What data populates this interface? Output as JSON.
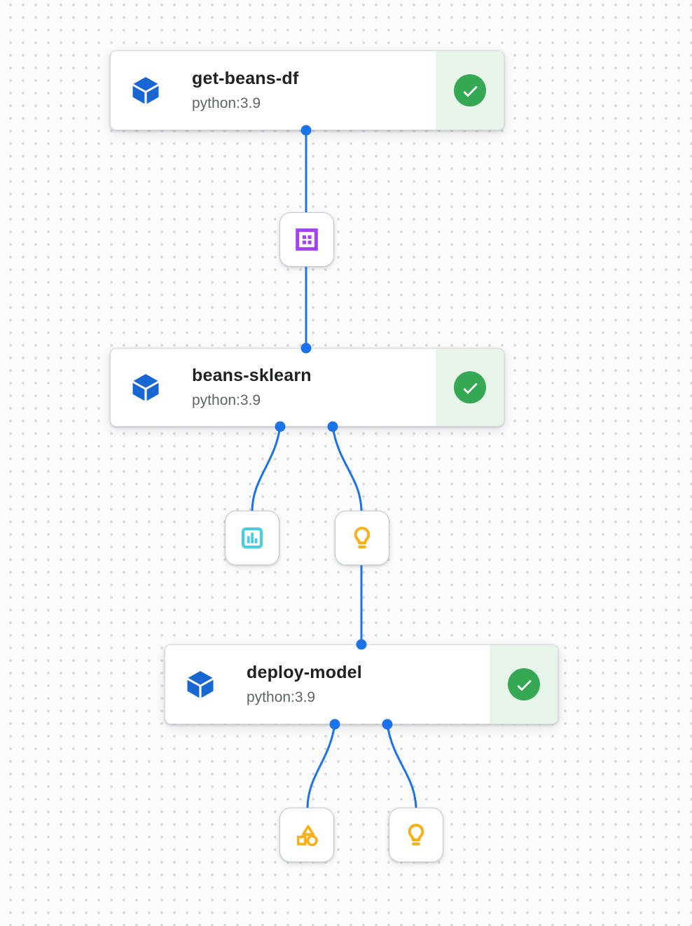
{
  "diagram": {
    "type": "pipeline-dag",
    "nodes": [
      {
        "id": "get-beans-df",
        "title": "get-beans-df",
        "subtitle": "python:3.9",
        "status": "succeeded",
        "icon": "component-cube-icon",
        "status_icon": "check-circle-icon"
      },
      {
        "id": "beans-sklearn",
        "title": "beans-sklearn",
        "subtitle": "python:3.9",
        "status": "succeeded",
        "icon": "component-cube-icon",
        "status_icon": "check-circle-icon"
      },
      {
        "id": "deploy-model",
        "title": "deploy-model",
        "subtitle": "python:3.9",
        "status": "succeeded",
        "icon": "component-cube-icon",
        "status_icon": "check-circle-icon"
      }
    ],
    "artifacts": [
      {
        "id": "dataset-artifact",
        "type": "dataset",
        "icon": "dataset-icon"
      },
      {
        "id": "metrics-artifact",
        "type": "metrics",
        "icon": "metrics-icon"
      },
      {
        "id": "model-artifact-1",
        "type": "model",
        "icon": "model-lightbulb-icon"
      },
      {
        "id": "system-artifact",
        "type": "system",
        "icon": "system-shapes-icon"
      },
      {
        "id": "model-artifact-2",
        "type": "model",
        "icon": "model-lightbulb-icon"
      }
    ],
    "edges": [
      {
        "from": "get-beans-df",
        "to": "dataset-artifact"
      },
      {
        "from": "dataset-artifact",
        "to": "beans-sklearn"
      },
      {
        "from": "beans-sklearn",
        "to": "metrics-artifact"
      },
      {
        "from": "beans-sklearn",
        "to": "model-artifact-1"
      },
      {
        "from": "model-artifact-1",
        "to": "deploy-model"
      },
      {
        "from": "deploy-model",
        "to": "system-artifact"
      },
      {
        "from": "deploy-model",
        "to": "model-artifact-2"
      }
    ]
  },
  "colors": {
    "edge_blue": "#1a73e8",
    "component_blue": "#1967d2",
    "success_green": "#34a853",
    "success_bg": "#e6f4ea",
    "dataset_purple": "#a142f4",
    "metrics_cyan": "#47cde2",
    "model_amber": "#f9b018",
    "title_text": "#202124",
    "subtitle_text": "#5f6368",
    "canvas_bg": "#fbfbfc",
    "dot_color": "#d5d8db",
    "card_border": "#dadce0",
    "artifact_border": "#c2c8ce"
  }
}
